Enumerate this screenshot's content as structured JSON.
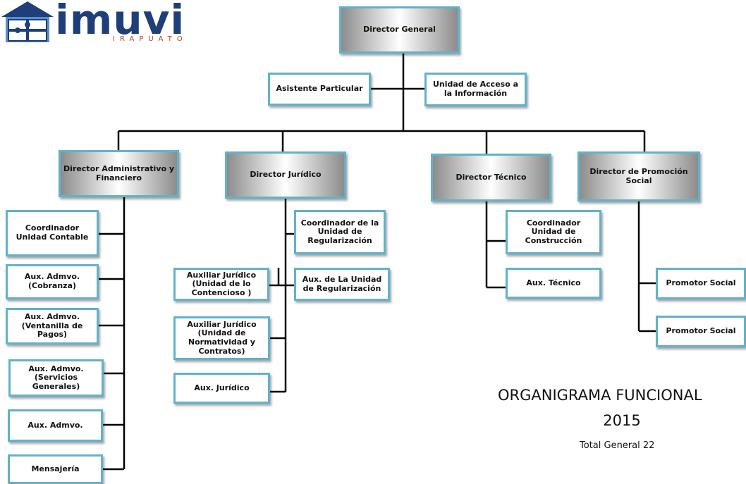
{
  "logo": {
    "name": "imuvi",
    "subtitle": "IRAPUATO"
  },
  "title": {
    "line1": "ORGANIGRAMA FUNCIONAL",
    "line2": "2015",
    "line3": "Total General  22"
  },
  "nodes": {
    "director_general": "Director General",
    "asistente": "Asistente Particular",
    "unidad_acceso": "Unidad de Acceso a la Información",
    "dir_admin": "Director Administrativo y Financiero",
    "dir_juridico": "Director Jurídico",
    "dir_tecnico": "Director Técnico",
    "dir_promocion": "Director de Promoción Social",
    "coord_contable": "Coordinador Unidad Contable",
    "aux_cobranza": "Aux. Admvo. (Cobranza)",
    "aux_pagos": "Aux. Admvo. (Ventanilla de Pagos)",
    "aux_servicios": "Aux. Admvo. (Servicios Generales)",
    "aux_admvo": "Aux. Admvo.",
    "mensajeria": "Mensajería",
    "coord_regularizacion": "Coordinador de la Unidad de Regularización",
    "aux_regularizacion": "Aux. de La Unidad de Regularización",
    "aux_contencioso": "Auxiliar Jurídico (Unidad de lo Contencioso )",
    "aux_normatividad": "Auxiliar Jurídico (Unidad de Normatividad y Contratos)",
    "aux_juridico": "Aux. Jurídico",
    "coord_construccion": "Coordinador Unidad de Construcción",
    "aux_tecnico": "Aux. Técnico",
    "promotor_1": "Promotor Social",
    "promotor_2": "Promotor Social"
  }
}
